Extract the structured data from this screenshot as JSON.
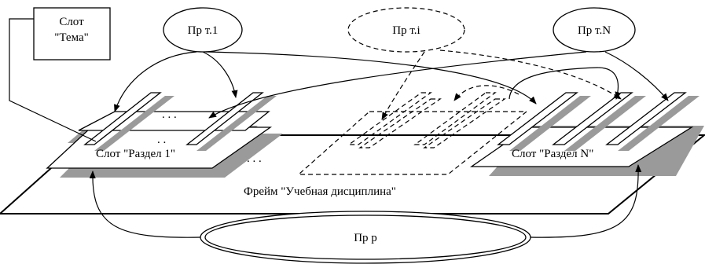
{
  "slot_theme": {
    "line1": "Слот",
    "line2": "\"Тема\""
  },
  "ovals": {
    "pr_t1": "Пр т.1",
    "pr_ti": "Пр т.i",
    "pr_tn": "Пр т.N",
    "pr_r": "Пр р"
  },
  "slots": {
    "section1": "Слот \"Раздел 1\"",
    "sectionN": "Слот \"Раздел N\""
  },
  "frame_label": "Фрейм \"Учебная дисциплина\"",
  "ellipsis": {
    "top": ". . .",
    "middle": ". . .",
    "lower": ". ."
  },
  "colors": {
    "stroke": "#000000",
    "shadow": "#9a9a9a",
    "fill": "#ffffff"
  }
}
